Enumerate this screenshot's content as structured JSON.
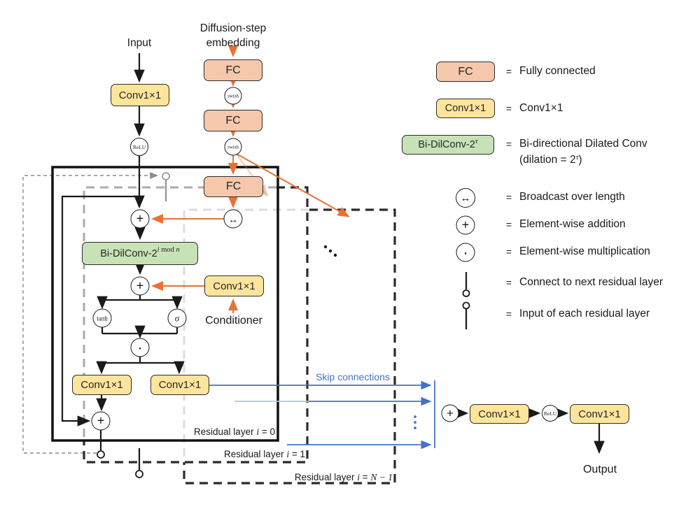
{
  "colors": {
    "orange": "#E97132",
    "peach_fill": "#F6C8AB",
    "yellow_fill": "#FFE59B",
    "green_fill": "#C8E2B8",
    "blue": "#4472C4",
    "light_blue": "#A9C6E8",
    "gray_dash": "#ABABAB",
    "light_gray_dash": "#DCDCDC",
    "thin_dash_gray": "#8C8C8C",
    "box_border": "#2B2B2B"
  },
  "labels": {
    "input": "Input",
    "diffusion_line1": "Diffusion-step",
    "diffusion_line2": "embedding",
    "conditioner": "Conditioner",
    "skip_connections": "Skip connections",
    "output": "Output"
  },
  "nodes": {
    "fc": "FC",
    "conv1x1": "Conv1×1",
    "swish": "swish",
    "relu": "ReLU",
    "tanh": "tanh",
    "sigma": "σ",
    "plus": "+",
    "mult": "·",
    "broadcast": "↔",
    "bidil_base": "Bi-DilConv-2",
    "bidil_sup_i": "i",
    "bidil_sup_mod": " mod ",
    "bidil_sup_n": "n"
  },
  "residual_layers": {
    "prefix": "Residual layer ",
    "var": "i",
    "layer0_suffix": " = 0",
    "layer1_suffix": " = 1",
    "layerN_eq": " = ",
    "layerN_expr": "N − 1"
  },
  "legend": {
    "eq": "=",
    "rows": [
      {
        "symbol": "FC",
        "label": "Fully connected"
      },
      {
        "symbol": "Conv1×1",
        "label": "Conv1×1"
      },
      {
        "symbol_base": "Bi-DilConv-2",
        "symbol_sup": "τ",
        "label": "Bi-directional Dilated Conv",
        "label2_pre": "(dilation = 2",
        "label2_sup": "τ",
        "label2_post": ")"
      },
      {
        "symbol": "↔",
        "label": "Broadcast over length"
      },
      {
        "symbol": "+",
        "label": "Element-wise addition"
      },
      {
        "symbol": "·",
        "label": "Element-wise multiplication"
      },
      {
        "label": "Connect to next residual layer"
      },
      {
        "label": "Input of each residual layer"
      }
    ]
  }
}
